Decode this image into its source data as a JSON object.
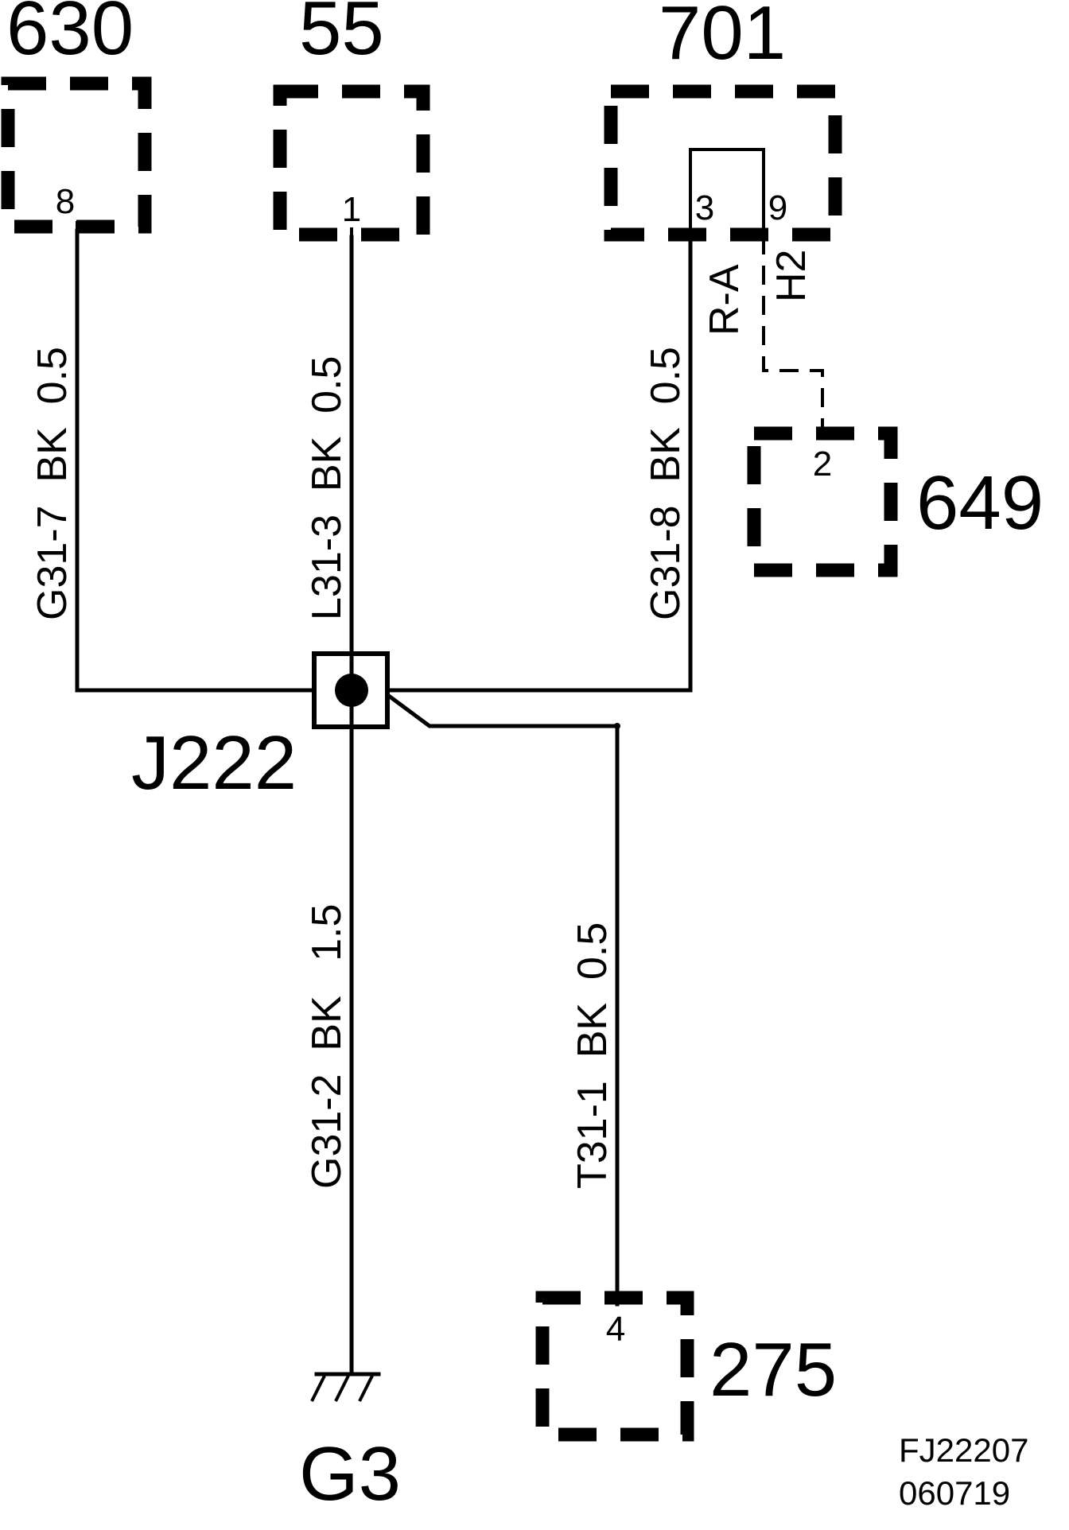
{
  "components": {
    "c630": {
      "id": "630",
      "pin": "8"
    },
    "c55": {
      "id": "55",
      "pin": "1"
    },
    "c701": {
      "id": "701",
      "pin_a": "3",
      "pin_b": "9"
    },
    "c649": {
      "id": "649",
      "pin": "2"
    },
    "c275": {
      "id": "275",
      "pin": "4"
    }
  },
  "splice": {
    "id": "J222"
  },
  "ground": {
    "id": "G3"
  },
  "wires": {
    "g31_7": "G31-7  BK  0.5",
    "l31_3": "L31-3  BK  0.5",
    "g31_8": "G31-8  BK  0.5",
    "g31_2": "G31-2  BK   1.5",
    "t31_1": "T31-1  BK  0.5",
    "r_a": "R-A",
    "h2": "H2"
  },
  "footer": {
    "code": "FJ22207",
    "date": "060719"
  }
}
